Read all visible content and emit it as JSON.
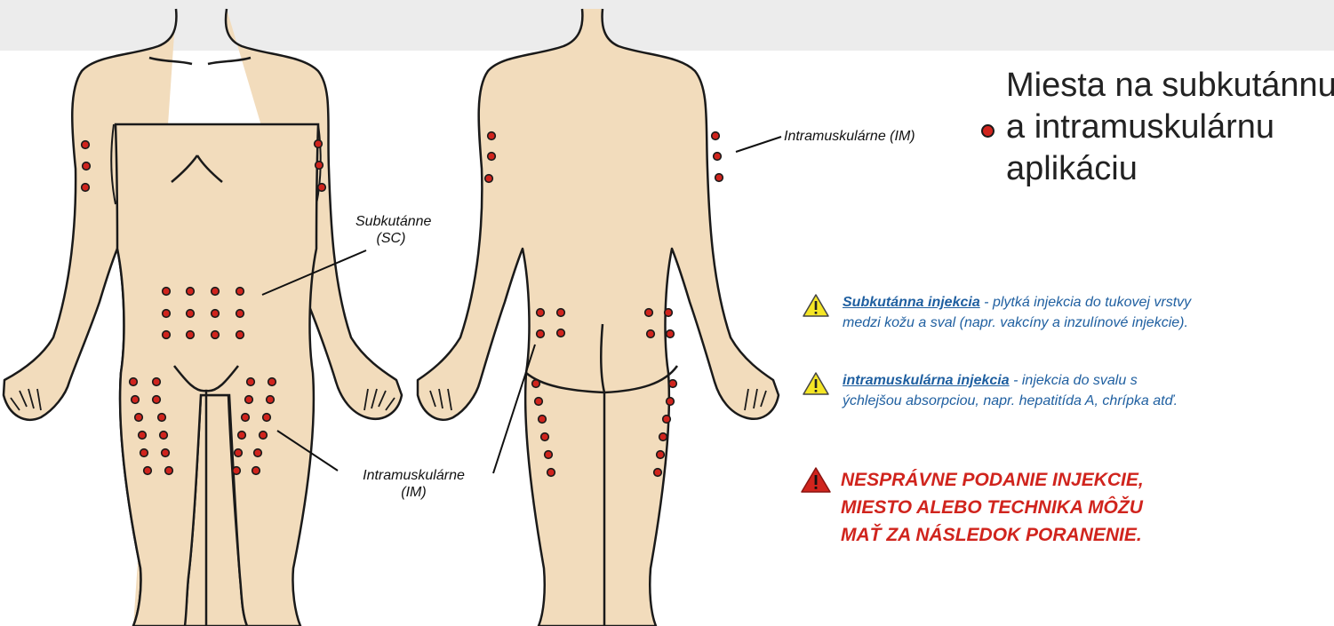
{
  "figure": {
    "skin_color": "#f2dcbc",
    "outline_color": "#1a1a1a",
    "dot_color": "#d0241d",
    "band_color": "#ececec"
  },
  "labels": {
    "sc_front_line1": "Subkutánne",
    "sc_front_line2": "(SC)",
    "im_front_line1": "Intramuskulárne",
    "im_front_line2": "(IM)",
    "im_back_arm": "Intramuskulárne (IM)"
  },
  "title": {
    "line1": "Miesta na subkutánnu",
    "line2": "a intramuskulárnu",
    "line3": "aplikáciu"
  },
  "notes": {
    "sc": {
      "term": "Subkutánna injekcia",
      "text1": " - plytká injekcia do tukovej vrstvy",
      "text2": "medzi kožu a sval (napr. vakcíny a inzulínové injekcie)."
    },
    "im": {
      "term": "intramuskulárna injekcia",
      "text1": " - injekcia do svalu s",
      "text2": "ýchlejšou absorpciou, napr. hepatitída A, chrípka atď."
    },
    "warning": {
      "line1": "NESPRÁVNE PODANIE INJEKCIE,",
      "line2": "MIESTO ALEBO TECHNIKA MÔŽU",
      "line3": "MAŤ ZA NÁSLEDOK PORANENIE."
    },
    "icon_colors": {
      "caution": "#f5e625",
      "danger": "#d0241d"
    }
  }
}
